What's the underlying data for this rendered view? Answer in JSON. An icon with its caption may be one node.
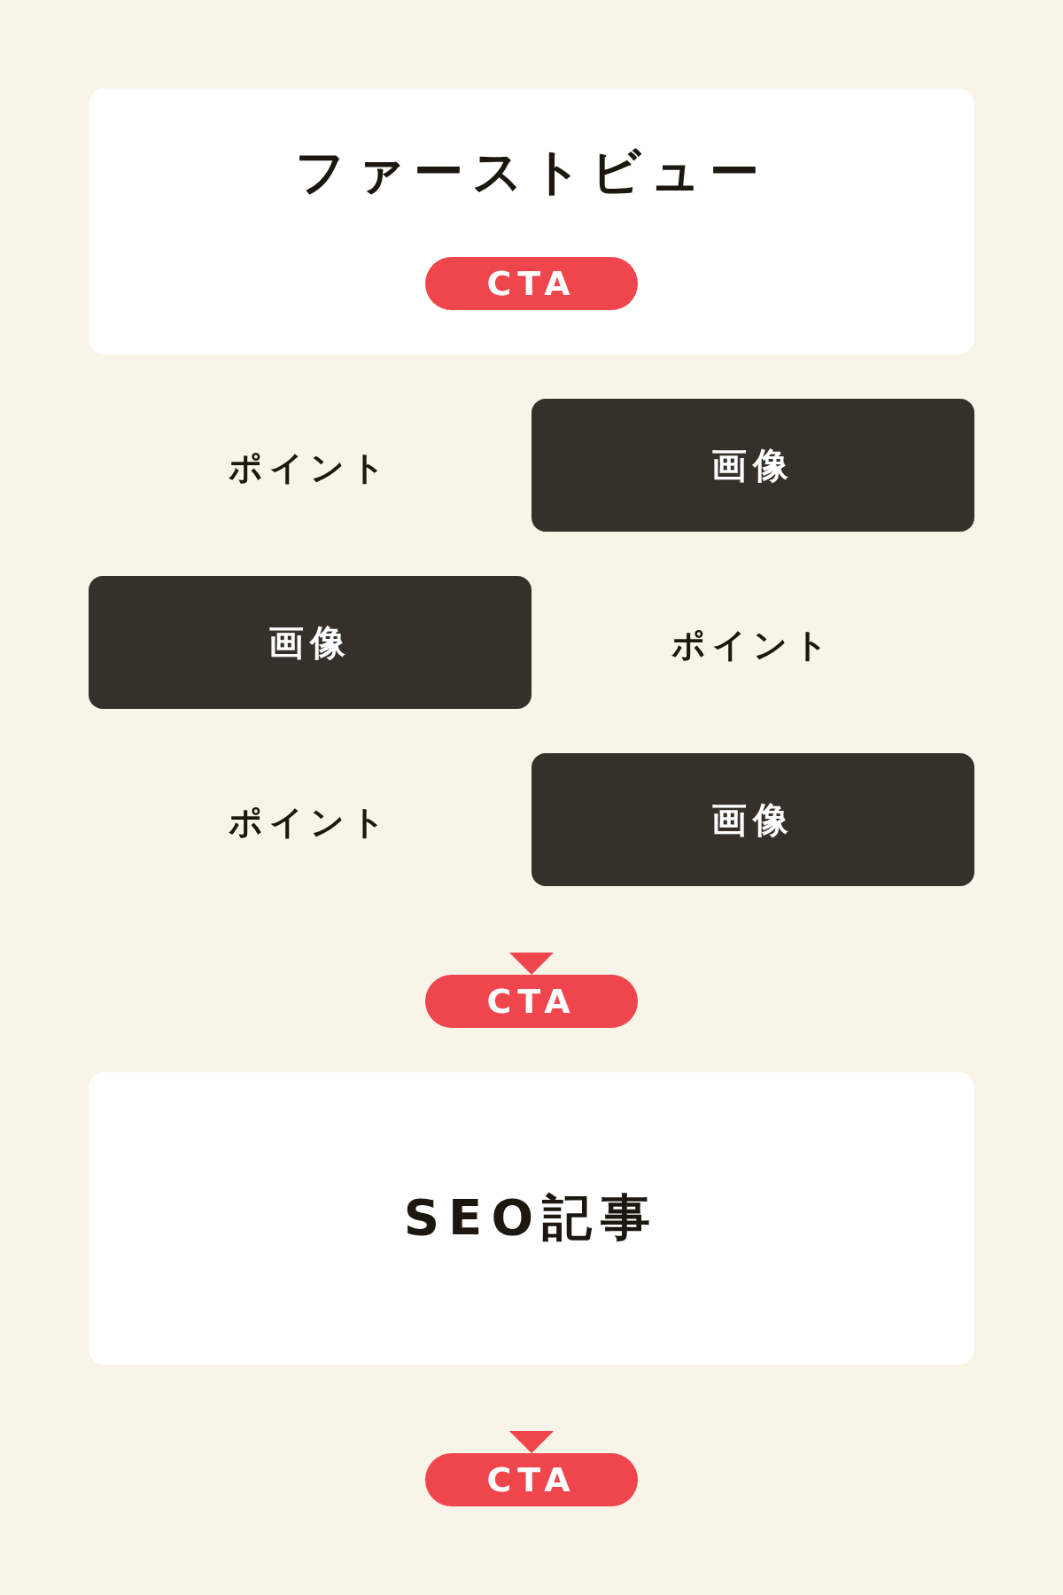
{
  "diagram": {
    "nodes": [
      {
        "text": [
          "ファーストビュー"
        ]
      },
      {
        "text": [
          "CTA"
        ],
        "in": 0
      },
      {
        "text": [
          "画像"
        ]
      },
      {
        "text": [
          "画像"
        ]
      },
      {
        "text": [
          "画像"
        ]
      },
      {
        "text": [
          "CTA"
        ]
      },
      {
        "text": [
          "SEO記事"
        ]
      },
      {
        "text": [
          "CTA"
        ]
      }
    ],
    "edges": [
      {
        "from": null,
        "to": 5,
        "arrow": "to"
      },
      {
        "from": 6,
        "to": 7,
        "arrow": "to"
      }
    ],
    "labels": [
      "ポイント",
      "ポイント",
      "ポイント"
    ]
  }
}
